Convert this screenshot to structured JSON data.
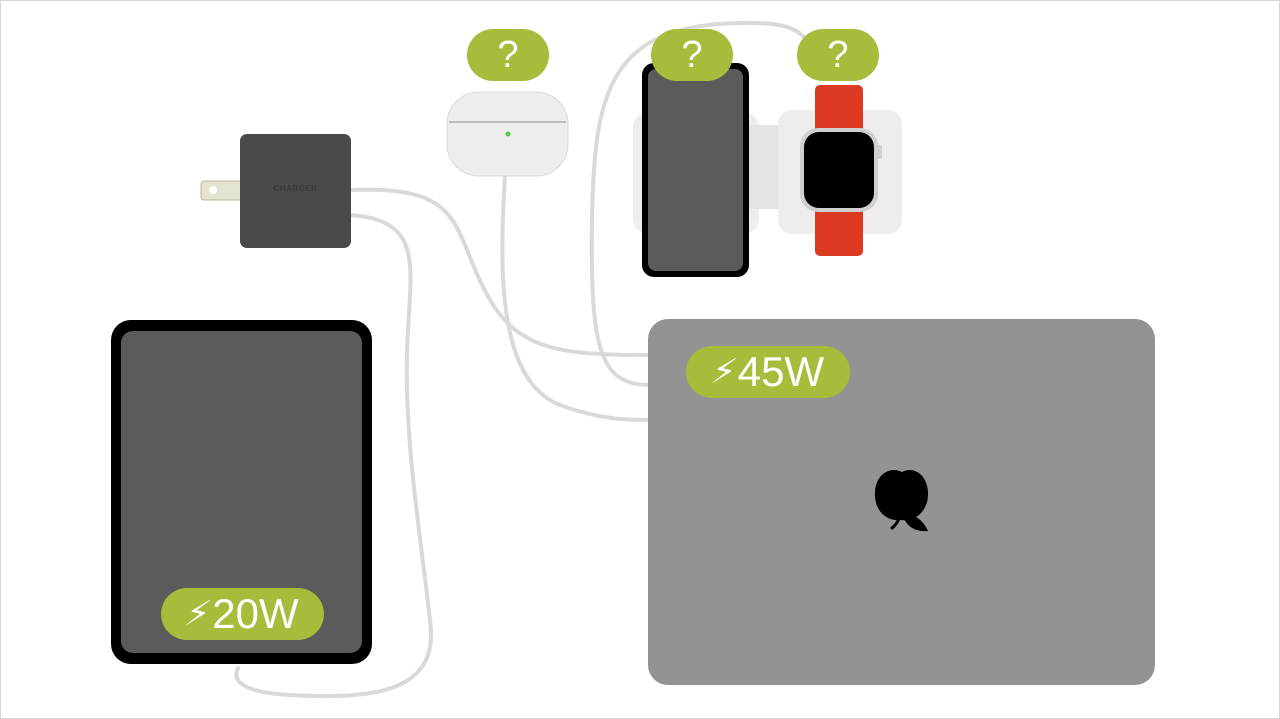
{
  "charger": {
    "label": "CHARGER"
  },
  "badges": {
    "airpods": "?",
    "phone": "?",
    "watch": "?",
    "laptop_wattage": "45W",
    "tablet_wattage": "20W"
  },
  "colors": {
    "badge": "#a5bd3a",
    "tablet_screen": "#5b5b5b",
    "laptop_body": "#939393",
    "charger_body": "#4a4a4a",
    "watch_band": "#dd3a24",
    "cable": "#d9d9d9"
  },
  "icons": {
    "lightning": "lightning-bolt-icon",
    "laptop_logo": "fruit-logo-icon"
  }
}
